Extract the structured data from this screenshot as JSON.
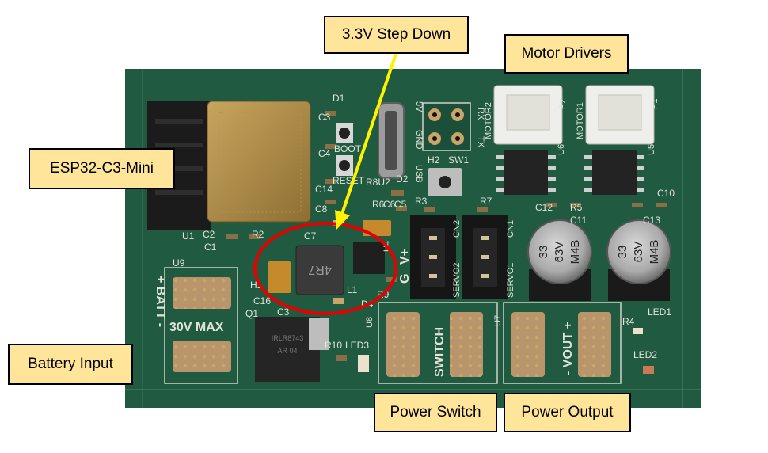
{
  "callouts": {
    "step_down": "3.3V Step Down",
    "motor_drivers": "Motor Drivers",
    "esp32": "ESP32-C3-Mini",
    "battery_input": "Battery Input",
    "power_switch": "Power Switch",
    "power_output": "Power Output"
  },
  "silkscreen": {
    "d1": "D1",
    "c3": "C3",
    "c4": "C4",
    "c14": "C14",
    "c8": "C8",
    "c7": "C7",
    "c16": "C16",
    "boot": "BOOT",
    "reset": "RESET",
    "r8u2": "R8U2",
    "usb": "USB",
    "gnd": "GND",
    "v5": "5V",
    "tx": "TX",
    "rx": "RX",
    "h2": "H2",
    "sw1": "SW1",
    "d2": "D2",
    "motor2": "MOTOR2",
    "motor1": "MOTOR1",
    "p2": "P2",
    "p1": "P1",
    "u6": "U6",
    "u5": "U5",
    "c12": "C12",
    "r5": "R5",
    "c10": "C10",
    "c11": "C11",
    "c13": "C13",
    "r3": "R3",
    "r7": "R7",
    "cn1": "CN1",
    "cn2": "CN2",
    "servo1": "SERVO1",
    "servo2": "SERVO2",
    "g": "G",
    "vplus": "V+",
    "u1": "U1",
    "u9": "U9",
    "c1": "C1",
    "c2": "C2",
    "r2": "R2",
    "u4": "U4",
    "l1": "L1",
    "d4": "D4",
    "r9": "R9",
    "u8": "U8",
    "r10": "R10",
    "led3": "LED3",
    "q1": "Q1",
    "h1": "H1",
    "c5": "C5",
    "c6": "C6",
    "r6": "R6",
    "batt": "+ BATT -",
    "max30v": "30V MAX",
    "switch": "SWITCH",
    "vout": "- VOUT +",
    "r4": "R4",
    "led1": "LED1",
    "led2": "LED2",
    "u7": "U7"
  },
  "components": {
    "inductor": "4R7",
    "cap_1": [
      "33",
      "63V",
      "M4B"
    ],
    "cap_2": [
      "33",
      "63V",
      "M4B"
    ],
    "mosfet": [
      "IRLR8743",
      "AR   04"
    ]
  },
  "colors": {
    "board": "#1f5a41",
    "callout_fill": "#ffe599",
    "arrow": "#fff200",
    "highlight_circle": "#e60000"
  }
}
